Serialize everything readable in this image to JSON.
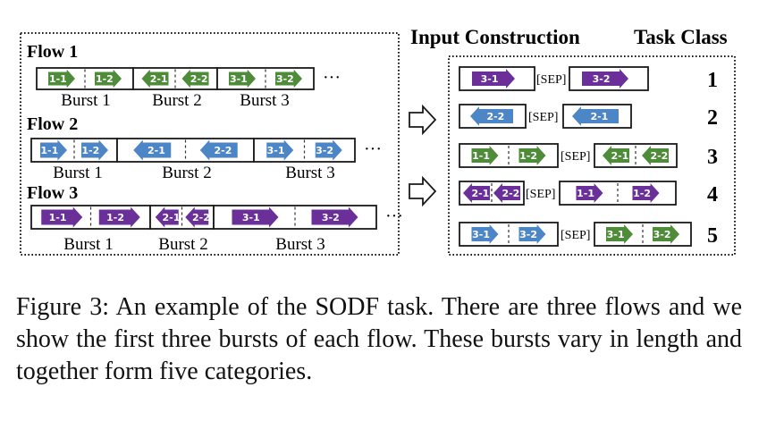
{
  "colors": {
    "green": "#4e8c3a",
    "blue": "#4d86c6",
    "purple": "#6a2f98",
    "frame": "#1a1a1a"
  },
  "headers": {
    "input_construction": "Input Construction",
    "task_class": "Task Class"
  },
  "flows": [
    {
      "label": "Flow 1",
      "color": "green",
      "ellipsis": "···",
      "bursts": [
        {
          "label": "Burst 1",
          "packets": [
            {
              "text": "1-1",
              "dir": "right"
            },
            {
              "text": "1-2",
              "dir": "right"
            }
          ]
        },
        {
          "label": "Burst 2",
          "packets": [
            {
              "text": "2-1",
              "dir": "left"
            },
            {
              "text": "2-2",
              "dir": "left"
            }
          ]
        },
        {
          "label": "Burst 3",
          "packets": [
            {
              "text": "3-1",
              "dir": "right"
            },
            {
              "text": "3-2",
              "dir": "right"
            }
          ]
        }
      ]
    },
    {
      "label": "Flow 2",
      "color": "blue",
      "ellipsis": "···",
      "bursts": [
        {
          "label": "Burst 1",
          "packets": [
            {
              "text": "1-1",
              "dir": "right"
            },
            {
              "text": "1-2",
              "dir": "right"
            }
          ]
        },
        {
          "label": "Burst 2",
          "packets": [
            {
              "text": "2-1",
              "dir": "left"
            },
            {
              "text": "2-2",
              "dir": "left"
            }
          ]
        },
        {
          "label": "Burst 3",
          "packets": [
            {
              "text": "3-1",
              "dir": "right"
            },
            {
              "text": "3-2",
              "dir": "right"
            }
          ]
        }
      ]
    },
    {
      "label": "Flow 3",
      "color": "purple",
      "ellipsis": "···",
      "bursts": [
        {
          "label": "Burst 1",
          "packets": [
            {
              "text": "1-1",
              "dir": "right"
            },
            {
              "text": "1-2",
              "dir": "right"
            }
          ]
        },
        {
          "label": "Burst 2",
          "packets": [
            {
              "text": "2-1",
              "dir": "left"
            },
            {
              "text": "2-2",
              "dir": "left"
            }
          ]
        },
        {
          "label": "Burst 3",
          "packets": [
            {
              "text": "3-1",
              "dir": "right"
            },
            {
              "text": "3-2",
              "dir": "right"
            }
          ]
        }
      ]
    }
  ],
  "sep_token": "[SEP]",
  "samples": [
    {
      "class": "1",
      "left": {
        "color": "purple",
        "packets": [
          {
            "text": "3-1",
            "dir": "right"
          }
        ]
      },
      "right": {
        "color": "purple",
        "packets": [
          {
            "text": "3-2",
            "dir": "right"
          }
        ]
      }
    },
    {
      "class": "2",
      "left": {
        "color": "blue",
        "packets": [
          {
            "text": "2-2",
            "dir": "left"
          }
        ]
      },
      "right": {
        "color": "blue",
        "packets": [
          {
            "text": "2-1",
            "dir": "left"
          }
        ]
      }
    },
    {
      "class": "3",
      "left": {
        "color": "green",
        "packets": [
          {
            "text": "1-1",
            "dir": "right"
          },
          {
            "text": "1-2",
            "dir": "right"
          }
        ]
      },
      "right": {
        "color": "green",
        "packets": [
          {
            "text": "2-1",
            "dir": "left"
          },
          {
            "text": "2-2",
            "dir": "left"
          }
        ]
      }
    },
    {
      "class": "4",
      "left": {
        "color": "purple",
        "packets": [
          {
            "text": "2-1",
            "dir": "left"
          },
          {
            "text": "2-2",
            "dir": "left"
          }
        ]
      },
      "right": {
        "color": "purple",
        "packets": [
          {
            "text": "1-1",
            "dir": "right"
          },
          {
            "text": "1-2",
            "dir": "right"
          }
        ]
      }
    },
    {
      "class": "5",
      "left": {
        "color": "blue",
        "packets": [
          {
            "text": "3-1",
            "dir": "right"
          },
          {
            "text": "3-2",
            "dir": "right"
          }
        ]
      },
      "right": {
        "color": "green",
        "packets": [
          {
            "text": "3-1",
            "dir": "right"
          },
          {
            "text": "3-2",
            "dir": "right"
          }
        ]
      }
    }
  ],
  "caption": "Figure 3: An example of the SODF task. There are three flows and we show the first three bursts of each flow. These bursts vary in length and together form five categories."
}
